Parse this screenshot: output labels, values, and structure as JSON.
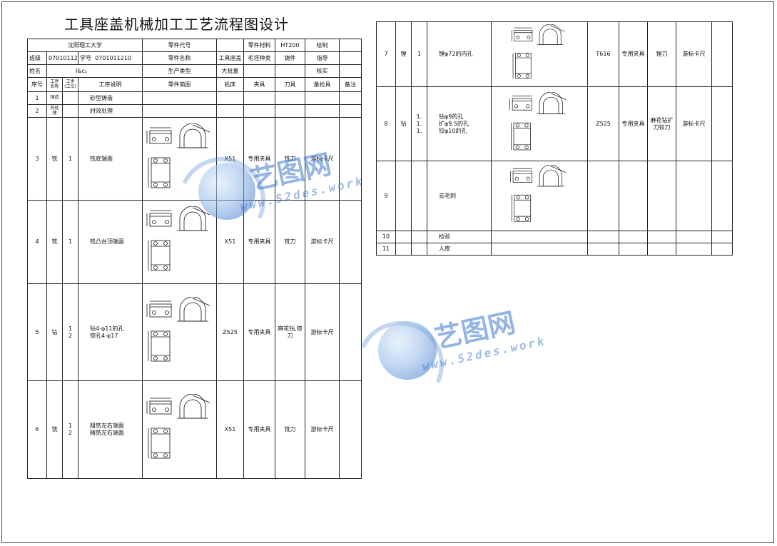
{
  "title": "工具座盖机械加工工艺流程图设计",
  "header": {
    "university": "沈阳理工大学",
    "part_code_label": "零件代号",
    "material_label": "零件材料",
    "material_value": "HT200",
    "drawn_label": "绘制",
    "class_label": "班级",
    "class_value": "07010112",
    "student_no_label": "学号",
    "student_no_value": "0701011210",
    "part_name_label": "零件名称",
    "part_name_value": "工具座盖",
    "blank_label": "毛坯种类",
    "blank_value": "铸件",
    "instructor_label": "指导",
    "name_label": "姓名",
    "name_value": "I&c₁",
    "prod_type_label": "生产类型",
    "prod_type_value": "大批量",
    "review_label": "核实"
  },
  "columns": {
    "seq": "序号",
    "op_name": "工序名称",
    "step": "工步(工位)",
    "desc": "工序说明",
    "sketch": "零件简图",
    "machine": "机床",
    "fixture": "夹具",
    "tool": "刀具",
    "gauge": "量检具",
    "remark": "备注"
  },
  "rows_left": [
    {
      "seq": "1",
      "op": "铸造",
      "step": "",
      "desc": [
        "砂型铸造"
      ],
      "machine": "",
      "fixture": "",
      "tool": "",
      "gauge": ""
    },
    {
      "seq": "2",
      "op": "热处理",
      "step": "",
      "desc": [
        "时效处理"
      ],
      "machine": "",
      "fixture": "",
      "tool": "",
      "gauge": ""
    },
    {
      "seq": "3",
      "op": "铣",
      "step": [
        "1"
      ],
      "desc": [
        "铣底端面"
      ],
      "machine": "X51",
      "fixture": "专用夹具",
      "tool": "铣刀",
      "gauge": "游标卡尺"
    },
    {
      "seq": "4",
      "op": "铣",
      "step": [
        "1"
      ],
      "desc": [
        "铣凸台顶端面"
      ],
      "machine": "X51",
      "fixture": "专用夹具",
      "tool": "铣刀",
      "gauge": "游标卡尺"
    },
    {
      "seq": "5",
      "op": "钻",
      "step": [
        "1",
        "2"
      ],
      "desc": [
        "钻4-φ11的孔",
        "锪孔4-φ17"
      ],
      "machine": "Z525",
      "fixture": "专用夹具",
      "tool": "麻花钻,锪刀",
      "gauge": "游标卡尺"
    },
    {
      "seq": "6",
      "op": "铣",
      "step": [
        "1",
        "2"
      ],
      "desc": [
        "粗铣左右端面",
        "精铣左右端面"
      ],
      "machine": "X51",
      "fixture": "专用夹具",
      "tool": "铣刀",
      "gauge": "游标卡尺"
    }
  ],
  "rows_right": [
    {
      "seq": "7",
      "op": "镗",
      "step": [
        "1"
      ],
      "desc": [
        "镗φ72的内孔"
      ],
      "machine": "T616",
      "fixture": "专用夹具",
      "tool": "镗刀",
      "gauge": "游标卡尺"
    },
    {
      "seq": "8",
      "op": "钻",
      "step": [
        "1.",
        "1.",
        "1."
      ],
      "desc": [
        "钻φ9的孔",
        "扩φ9.5的孔",
        "铰φ10的孔"
      ],
      "machine": "Z525",
      "fixture": "专用夹具",
      "tool": "麻花钻扩刀铰刀",
      "gauge": "游标卡尺"
    },
    {
      "seq": "9",
      "op": "",
      "step": [],
      "desc": [
        "去毛刺"
      ],
      "machine": "",
      "fixture": "",
      "tool": "",
      "gauge": ""
    },
    {
      "seq": "10",
      "op": "",
      "step": [],
      "desc": [
        "检验"
      ],
      "machine": "",
      "fixture": "",
      "tool": "",
      "gauge": ""
    },
    {
      "seq": "11",
      "op": "",
      "step": [],
      "desc": [
        "入库"
      ],
      "machine": "",
      "fixture": "",
      "tool": "",
      "gauge": ""
    }
  ],
  "watermark": {
    "brand": "艺图网",
    "url": "www.52des.work",
    "color": "#3c78cd"
  }
}
